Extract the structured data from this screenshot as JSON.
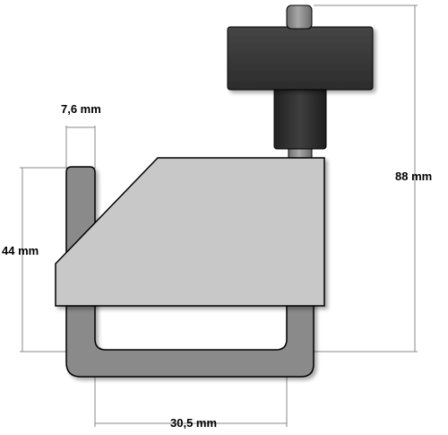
{
  "dimensions": {
    "width_top": "7,6 mm",
    "height_left": "44 mm",
    "height_right": "88 mm",
    "width_bottom": "30,5 mm"
  },
  "colors": {
    "knob": "#3a3a3a",
    "knob_shaft": "#2e2e2e",
    "rod": "#8c8c8c",
    "body": "#c8c8c8",
    "clamp": "#8a8a8a",
    "outline": "#000000",
    "dimension_line": "#8a8a8a"
  }
}
